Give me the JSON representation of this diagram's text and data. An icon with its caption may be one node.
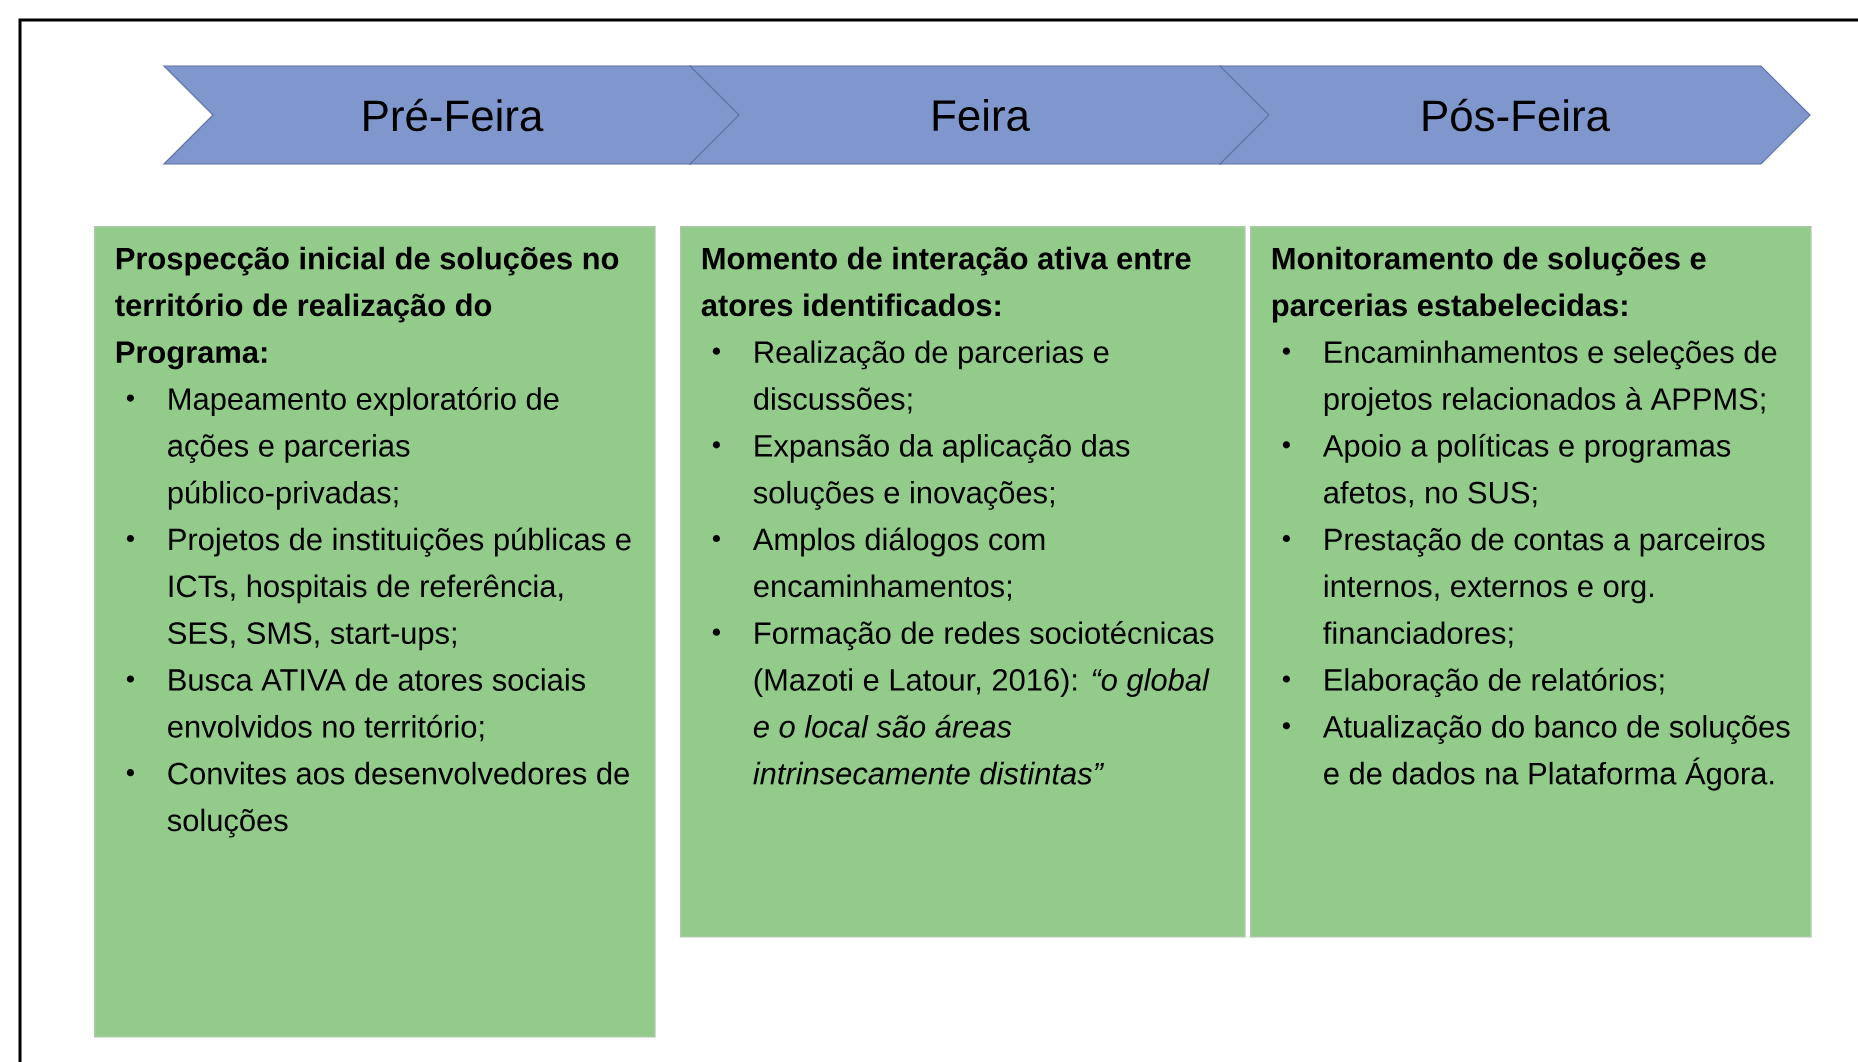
{
  "diagram": {
    "nodes": [
      {
        "text": [
          "Pré-Feira"
        ]
      },
      {
        "text": [
          "Feira"
        ]
      },
      {
        "text": [
          "Pós-Feira"
        ]
      },
      {
        "text": [
          "Prospecção inicial de soluções no território de realização do Programa:",
          "Mapeamento exploratório de ações e parcerias público-privadas;",
          "Projetos de instituições públicas e ICTs, hospitais de referência, SES, SMS, start-ups;",
          "Busca ATIVA de atores sociais envolvidos no território;",
          "Convites aos desenvolvedores de soluções"
        ]
      },
      {
        "text": [
          "Momento de interação ativa entre atores identificados:",
          "Realização de parcerias e discussões;",
          "Expansão da aplicação das soluções e inovações;",
          "Amplos diálogos com encaminhamentos;",
          "Formação de redes sociotécnicas (Mazoti e Latour, 2016): *“o global e o local são áreas intrinsecamente distintas”*"
        ]
      },
      {
        "text": [
          "Monitoramento de soluções e parcerias estabelecidas:",
          "Encaminhamentos e seleções de projetos relacionados à APPMS;",
          "Apoio a políticas e programas afetos, no SUS;",
          "Prestação de contas a parceiros internos, externos e org. financiadores;",
          "Elaboração de relatórios;",
          "Atualização do banco de soluções e de dados na Plataforma Ágora."
        ]
      }
    ]
  }
}
